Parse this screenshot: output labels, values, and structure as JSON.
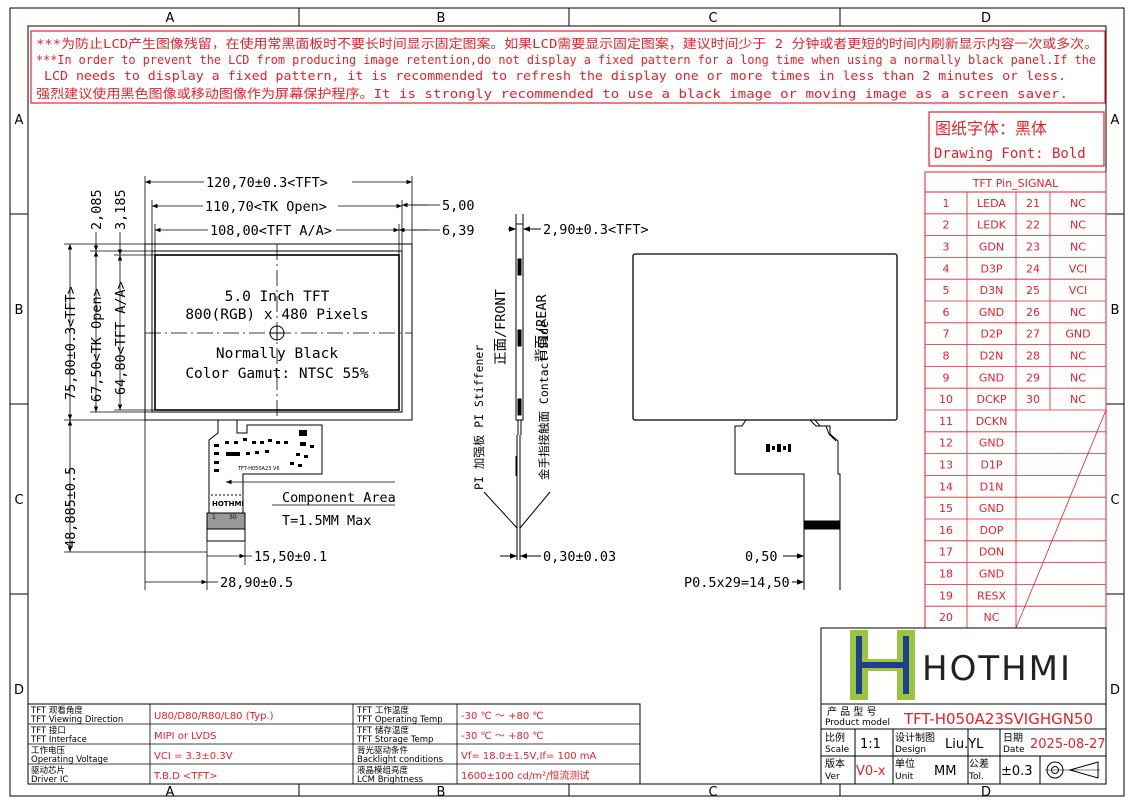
{
  "frame": {
    "cols": [
      "A",
      "B",
      "C",
      "D"
    ],
    "rows": [
      "A",
      "B",
      "C",
      "D"
    ]
  },
  "notice": {
    "line1": "***为防止LCD产生图像残留，在使用常黑面板时不要长时间显示固定图案。如果LCD需要显示固定图案，建议时间少于 2 分钟或者更短的时间内刷新显示内容一次或多次。",
    "line2": "***In order to prevent the LCD from producing image retention,do not display a fixed pattern for a long time when using a normally black panel.If the",
    "line3": "LCD needs to display a fixed pattern, it is recommended to refresh the display one or more times in less than 2 minutes or less.",
    "line4": "强烈建议使用黑色图像或移动图像作为屏幕保护程序。It is strongly recommended to use a black image or moving image as a screen saver."
  },
  "font_note": {
    "cn": "图纸字体：黑体",
    "en": "Drawing Font: Bold"
  },
  "front_view": {
    "dim_tft_width": "120,70±0.3<TFT>",
    "dim_tk_open_width": "110,70<TK Open>",
    "dim_tft_aa_width": "108,00<TFT A/A>",
    "dim_right_5": "5,00",
    "dim_right_639": "6,39",
    "dim_2085": "2,085",
    "dim_3185": "3,185",
    "dim_tft_height": "75,80±0.3<TFT>",
    "dim_tk_open_height": "67,50<TK Open>",
    "dim_tft_aa_height": "64,80<TFT A/A>",
    "dim_total_height": "48,885±0.5",
    "dim_15_50": "15,50±0.1",
    "dim_28_90": "28,90±0.5",
    "screen_line1": "5.0 Inch TFT",
    "screen_line2": "800(RGB) x 480 Pixels",
    "screen_line3": "Normally Black",
    "screen_line4": "Color Gamut: NTSC 55%",
    "component_area": "Component Area",
    "component_thickness": "T=1.5MM Max",
    "fpc_text": "TFT-H050A23 V6",
    "fpc_brand": "HOTHMI",
    "fpc_pin1": "1",
    "fpc_pin30": "30"
  },
  "side_view": {
    "dim_thickness": "2,90±0.3<TFT>",
    "front_label": "正面/FRONT",
    "rear_label": "背面/REAR",
    "stiffener_label": "PI 加强板  PI Stiffener",
    "contact_label": "金手指接触面  Contact Side",
    "dim_fpc_thickness": "0,30±0.03"
  },
  "rear_view": {
    "dim_pitch_width": "0,50",
    "dim_pitch_total": "P0.5x29=14,50"
  },
  "pin_table": {
    "title": "TFT Pin_SIGNAL",
    "rows": [
      [
        "1",
        "LEDA",
        "21",
        "NC"
      ],
      [
        "2",
        "LEDK",
        "22",
        "NC"
      ],
      [
        "3",
        "GDN",
        "23",
        "NC"
      ],
      [
        "4",
        "D3P",
        "24",
        "VCI"
      ],
      [
        "5",
        "D3N",
        "25",
        "VCI"
      ],
      [
        "6",
        "GND",
        "26",
        "NC"
      ],
      [
        "7",
        "D2P",
        "27",
        "GND"
      ],
      [
        "8",
        "D2N",
        "28",
        "NC"
      ],
      [
        "9",
        "GND",
        "29",
        "NC"
      ],
      [
        "10",
        "DCKP",
        "30",
        "NC"
      ],
      [
        "11",
        "DCKN",
        "",
        ""
      ],
      [
        "12",
        "GND",
        "",
        ""
      ],
      [
        "13",
        "D1P",
        "",
        ""
      ],
      [
        "14",
        "D1N",
        "",
        ""
      ],
      [
        "15",
        "GND",
        "",
        ""
      ],
      [
        "16",
        "DOP",
        "",
        ""
      ],
      [
        "17",
        "DON",
        "",
        ""
      ],
      [
        "18",
        "GND",
        "",
        ""
      ],
      [
        "19",
        "RESX",
        "",
        ""
      ],
      [
        "20",
        "NC",
        "",
        ""
      ]
    ]
  },
  "logo": {
    "brand": "HOTHMI"
  },
  "title_block": {
    "product_model_cn": "产 品 型 号",
    "product_model_en": "Product model",
    "product_model_value": "TFT-H050A23SVIGHGN50",
    "scale_cn": "比例",
    "scale_en": "Scale",
    "scale_value": "1:1",
    "design_cn": "设计制图",
    "design_en": "Design",
    "design_value": "Liu.YL",
    "date_cn": "日期",
    "date_en": "Date",
    "date_value": "2025-08-27",
    "ver_cn": "版本",
    "ver_en": "Ver",
    "ver_value": "V0-x",
    "unit_cn": "单位",
    "unit_en": "Unit",
    "unit_value": "MM",
    "tol_cn": "公差",
    "tol_en": "Tol.",
    "tol_value": "±0.3"
  },
  "spec_table": {
    "rows": [
      {
        "k1_cn": "TFT 观看角度",
        "k1_en": "TFT Viewing Direction",
        "v1": "U80/D80/R80/L80 (Typ.)",
        "k2_cn": "TFT 工作温度",
        "k2_en": "TFT Operating Temp",
        "v2": "-30 ℃ ～ +80 ℃"
      },
      {
        "k1_cn": "TFT 接口",
        "k1_en": "TFT Interface",
        "v1": "MIPI or LVDS",
        "k2_cn": "TFT 储存温度",
        "k2_en": "TFT Storage Temp",
        "v2": "-30 ℃ ～ +80 ℃"
      },
      {
        "k1_cn": "工作电压",
        "k1_en": "Operating Voltage",
        "v1": "VCI = 3.3±0.3V",
        "k2_cn": "背光驱动条件",
        "k2_en": "Backlight conditions",
        "v2": "Vf= 18.0±1.5V,If= 100 mA"
      },
      {
        "k1_cn": "驱动芯片",
        "k1_en": "Driver IC",
        "v1": "T.B.D <TFT>",
        "k2_cn": "液晶模组亮度",
        "k2_en": "LCM Brightness",
        "v2": "1600±100 cd/m²/恒流测试"
      }
    ]
  },
  "colors": {
    "accent": "#e8202a",
    "line": "#000000",
    "logo_green": "#9ac53d",
    "logo_blue": "#1f3e8f"
  }
}
